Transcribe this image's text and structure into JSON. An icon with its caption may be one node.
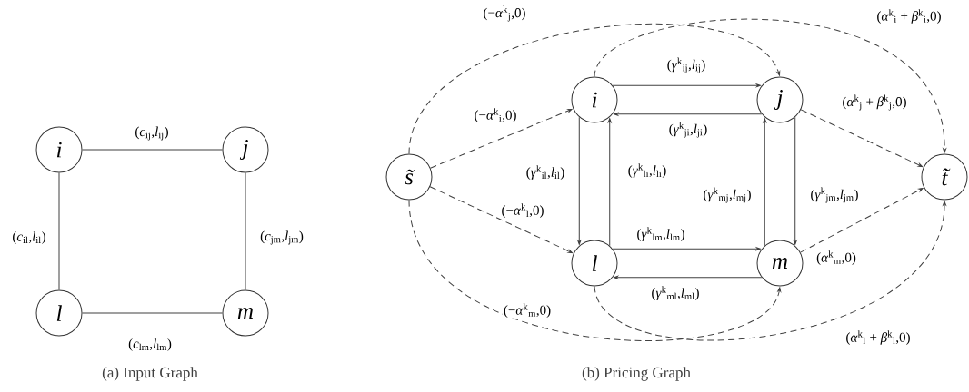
{
  "diagram": {
    "nodes": [
      {
        "text": [
          "i"
        ]
      },
      {
        "text": [
          "j"
        ]
      },
      {
        "text": [
          "l"
        ]
      },
      {
        "text": [
          "m"
        ]
      },
      {
        "text": [
          "s̃"
        ]
      },
      {
        "text": [
          "i"
        ]
      },
      {
        "text": [
          "j"
        ]
      },
      {
        "text": [
          "l"
        ]
      },
      {
        "text": [
          "m"
        ]
      },
      {
        "text": [
          "t̃"
        ]
      }
    ],
    "edges": [
      {
        "from": 0,
        "to": 1,
        "arrow": "none",
        "label": "(*c*$_{ij}$,*l*$_{ij}$)"
      },
      {
        "from": 0,
        "to": 2,
        "arrow": "none",
        "label": "(*c*$_{il}$,*l*$_{il}$)"
      },
      {
        "from": 1,
        "to": 3,
        "arrow": "none",
        "label": "(*c*$_{jm}$,*l*$_{jm}$)"
      },
      {
        "from": 2,
        "to": 3,
        "arrow": "none",
        "label": "(*c*$_{lm}$,*l*$_{lm}$)"
      },
      {
        "from": 5,
        "to": 6,
        "arrow": "to",
        "label": "(*γ*$^{k}$$_{ij}$,*l*$_{ij}$)"
      },
      {
        "from": 6,
        "to": 5,
        "arrow": "to",
        "label": "(*γ*$^{k}$$_{ji}$,*l*$_{ji}$)"
      },
      {
        "from": 5,
        "to": 7,
        "arrow": "to",
        "label": "(*γ*$^{k}$$_{il}$,*l*$_{il}$)"
      },
      {
        "from": 7,
        "to": 5,
        "arrow": "to",
        "label": "(*γ*$^{k}$$_{li}$,*l*$_{li}$)"
      },
      {
        "from": 8,
        "to": 6,
        "arrow": "to",
        "label": "(*γ*$^{k}$$_{mj}$,*l*$_{mj}$)"
      },
      {
        "from": 6,
        "to": 8,
        "arrow": "to",
        "label": "(*γ*$^{k}$$_{jm}$,*l*$_{jm}$)"
      },
      {
        "from": 7,
        "to": 8,
        "arrow": "to",
        "label": "(*γ*$^{k}$$_{lm}$,*l*$_{lm}$)"
      },
      {
        "from": 8,
        "to": 7,
        "arrow": "to",
        "label": "(*γ*$^{k}$$_{ml}$,*l*$_{ml}$)"
      },
      {
        "from": 4,
        "to": 6,
        "arrow": "to",
        "style": "dashed",
        "label": "(−*α*$^{k}$$_{j}$,0)"
      },
      {
        "from": 4,
        "to": 5,
        "arrow": "to",
        "style": "dashed",
        "label": "(−*α*$^{k}$$_{i}$,0)"
      },
      {
        "from": 4,
        "to": 7,
        "arrow": "to",
        "style": "dashed",
        "label": "(−*α*$^{k}$$_{l}$,0)"
      },
      {
        "from": 4,
        "to": 8,
        "arrow": "to",
        "style": "dashed",
        "label": "(−*α*$^{k}$$_{m}$,0)"
      },
      {
        "from": 5,
        "to": 9,
        "arrow": "to",
        "style": "dashed",
        "label": "(*α*$^{k}$$_{i}$ + *β*$^{k}$$_{i}$,0)"
      },
      {
        "from": 6,
        "to": 9,
        "arrow": "to",
        "style": "dashed",
        "label": "(*α*$^{k}$$_{j}$ + *β*$^{k}$$_{j}$,0)"
      },
      {
        "from": 8,
        "to": 9,
        "arrow": "to",
        "style": "dashed",
        "label": "(*α*$^{k}$$_{m}$,0)"
      },
      {
        "from": 7,
        "to": 9,
        "arrow": "to",
        "style": "dashed",
        "label": "(*α*$^{k}$$_{l}$ + *β*$^{k}$$_{l}$,0)"
      }
    ],
    "labels": [
      "(a) Input Graph",
      "(b) Pricing Graph"
    ]
  }
}
